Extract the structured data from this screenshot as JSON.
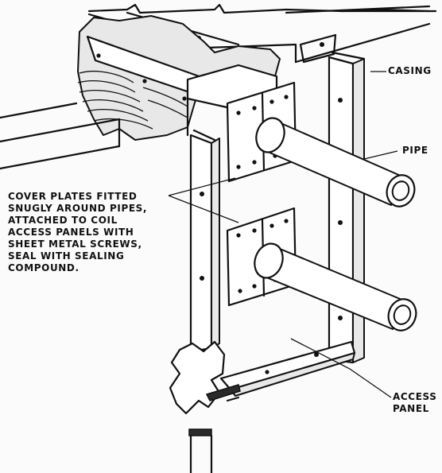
{
  "labels": {
    "casing": "CASING",
    "pipe": "PIPE",
    "note": [
      "COVER PLATES FITTED",
      "SNUGLY AROUND PIPES,",
      "ATTACHED TO COIL",
      "ACCESS PANELS WITH",
      "SHEET METAL SCREWS,",
      "SEAL WITH SEALING",
      "COMPOUND."
    ],
    "access_panel": [
      "ACCESS",
      "PANEL"
    ]
  }
}
